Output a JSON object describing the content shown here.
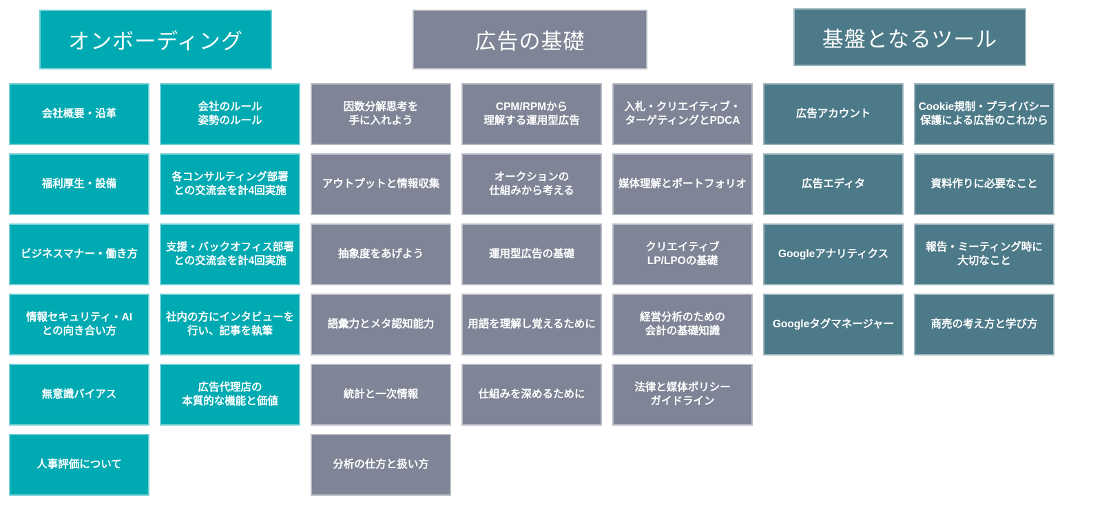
{
  "colors": {
    "teal": "#00aab2",
    "gray": "#7f8596",
    "slate": "#4d7a88",
    "text": "#ffffff",
    "background": "#ffffff"
  },
  "headers": [
    {
      "label": "オンボーディング"
    },
    {
      "label": "広告の基礎"
    },
    {
      "label": "基盤となるツール"
    }
  ],
  "columns": [
    {
      "group": "オンボーディング",
      "items": [
        "会社概要・沿革",
        "福利厚生・設備",
        "ビジネスマナー・働き方",
        "情報セキュリティ・AI\nとの向き合い方",
        "無意識バイアス",
        "人事評価について"
      ]
    },
    {
      "group": "オンボーディング",
      "items": [
        "会社のルール\n姿勢のルール",
        "各コンサルティング部署\nとの交流会を計4回実施",
        "支援・バックオフィス部署\nとの交流会を計4回実施",
        "社内の方にインタビューを\n行い、記事を執筆",
        "広告代理店の\n本質的な機能と価値"
      ]
    },
    {
      "group": "広告の基礎",
      "items": [
        "因数分解思考を\n手に入れよう",
        "アウトプットと情報収集",
        "抽象度をあげよう",
        "語彙力とメタ認知能力",
        "統計と一次情報",
        "分析の仕方と扱い方"
      ]
    },
    {
      "group": "広告の基礎",
      "items": [
        "CPM/RPMから\n理解する運用型広告",
        "オークションの\n仕組みから考える",
        "運用型広告の基礎",
        "用語を理解し覚えるために",
        "仕組みを深めるために"
      ]
    },
    {
      "group": "広告の基礎",
      "items": [
        "入札・クリエイティブ・\nターゲティングとPDCA",
        "媒体理解とポートフォリオ",
        "クリエイティブ\nLP/LPOの基礎",
        "経営分析のための\n会計の基礎知識",
        "法律と媒体ポリシー\nガイドライン"
      ]
    },
    {
      "group": "基盤となるツール",
      "items": [
        "広告アカウント",
        "広告エディタ",
        "Googleアナリティクス",
        "Googleタグマネージャー"
      ]
    },
    {
      "group": "基盤となるツール",
      "items": [
        "Cookie規制・プライバシー\n保護による広告のこれから",
        "資料作りに必要なこと",
        "報告・ミーティング時に\n大切なこと",
        "商売の考え方と学び方"
      ]
    }
  ]
}
